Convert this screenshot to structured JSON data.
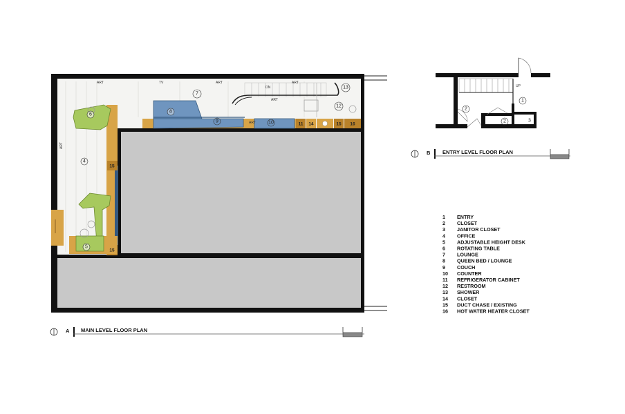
{
  "drawings": {
    "main": {
      "title": "MAIN LEVEL FLOOR PLAN",
      "tag": "A",
      "annotations": {
        "art": "ART",
        "tv": "TV",
        "dn": "DN"
      }
    },
    "entry": {
      "title": "ENTRY LEVEL FLOOR PLAN",
      "tag": "B",
      "annotations": {
        "up": "UP"
      }
    }
  },
  "legend": {
    "items": [
      {
        "num": "1",
        "name": "ENTRY"
      },
      {
        "num": "2",
        "name": "CLOSET"
      },
      {
        "num": "3",
        "name": "JANITOR CLOSET"
      },
      {
        "num": "4",
        "name": "OFFICE"
      },
      {
        "num": "5",
        "name": "ADJUSTABLE HEIGHT DESK"
      },
      {
        "num": "6",
        "name": "ROTATING TABLE"
      },
      {
        "num": "7",
        "name": "LOUNGE"
      },
      {
        "num": "8",
        "name": "QUEEN BED / LOUNGE"
      },
      {
        "num": "9",
        "name": "COUCH"
      },
      {
        "num": "10",
        "name": "COUNTER"
      },
      {
        "num": "11",
        "name": "REFRIGERATOR CABINET"
      },
      {
        "num": "12",
        "name": "RESTROOM"
      },
      {
        "num": "13",
        "name": "SHOWER"
      },
      {
        "num": "14",
        "name": "CLOSET"
      },
      {
        "num": "15",
        "name": "DUCT CHASE / EXISTING"
      },
      {
        "num": "16",
        "name": "HOT WATER HEATER CLOSET"
      }
    ]
  },
  "colors": {
    "wall": "#111111",
    "floor": "#f4f4f2",
    "unused": "#c8c8c8",
    "wood": "#d8a447",
    "cabinet": "#b9822a",
    "sofa": "#6f95bf",
    "sofa_dark": "#35597f",
    "green": "#a7c95e"
  }
}
